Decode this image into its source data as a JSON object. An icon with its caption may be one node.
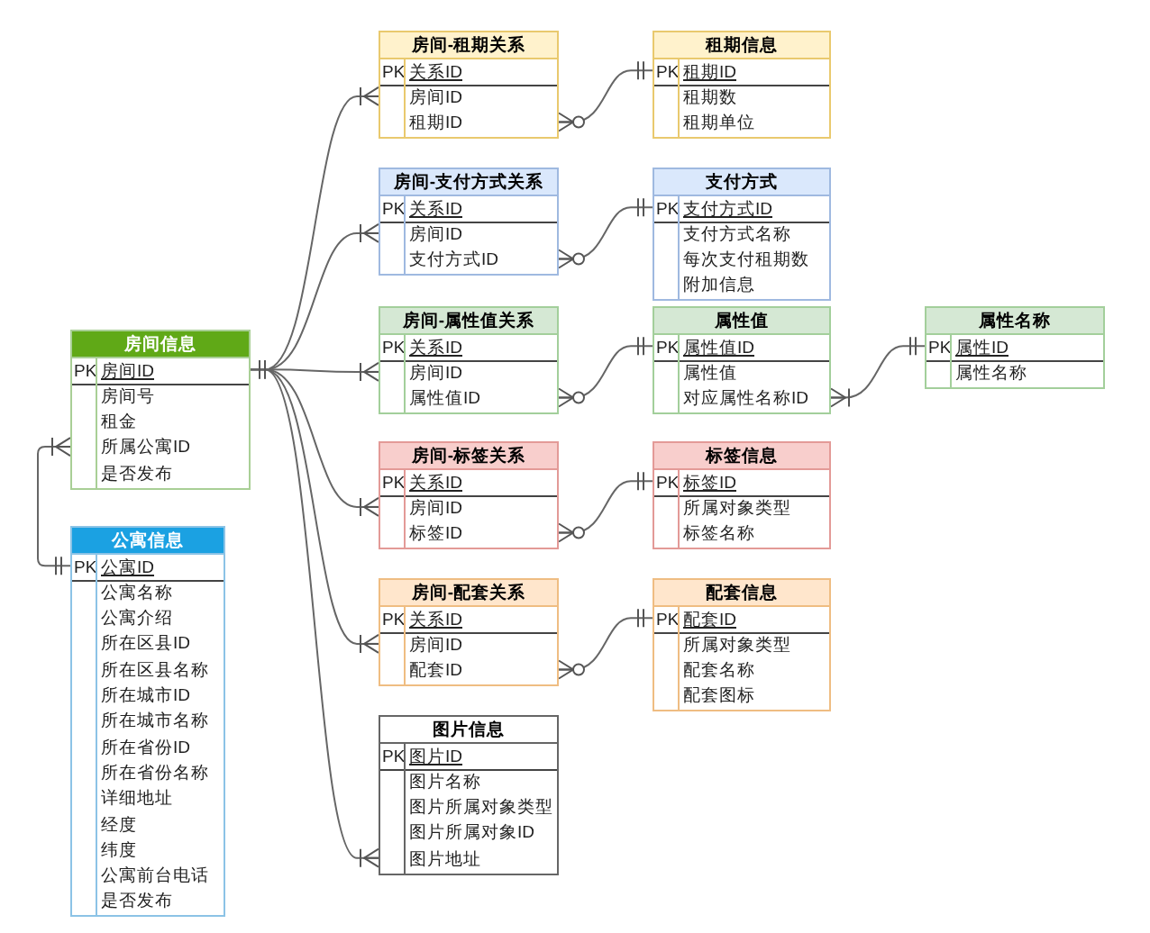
{
  "diagram": {
    "nodes": [
      {
        "text": [
          "房间-租期关系",
          "PK",
          "关系ID",
          "房间ID",
          "租期ID"
        ]
      },
      {
        "text": [
          "租期信息",
          "PK",
          "租期ID",
          "租期数",
          "租期单位"
        ]
      },
      {
        "text": [
          "房间-支付方式关系",
          "PK",
          "关系ID",
          "房间ID",
          "支付方式ID"
        ]
      },
      {
        "text": [
          "支付方式",
          "PK",
          "支付方式ID",
          "支付方式名称",
          "每次支付租期数",
          "附加信息"
        ]
      },
      {
        "text": [
          "房间信息",
          "PK",
          "房间ID",
          "房间号",
          "租金",
          "所属公寓ID",
          "是否发布"
        ]
      },
      {
        "text": [
          "房间-属性值关系",
          "PK",
          "关系ID",
          "房间ID",
          "属性值ID"
        ]
      },
      {
        "text": [
          "属性值",
          "PK",
          "属性值ID",
          "属性值",
          "对应属性名称ID"
        ]
      },
      {
        "text": [
          "属性名称",
          "PK",
          "属性ID",
          "属性名称"
        ]
      },
      {
        "text": [
          "房间-标签关系",
          "PK",
          "关系ID",
          "房间ID",
          "标签ID"
        ]
      },
      {
        "text": [
          "标签信息",
          "PK",
          "标签ID",
          "所属对象类型",
          "标签名称"
        ]
      },
      {
        "text": [
          "公寓信息",
          "PK",
          "公寓ID",
          "公寓名称",
          "公寓介绍",
          "所在区县ID",
          "所在区县名称",
          "所在城市ID",
          "所在城市名称",
          "所在省份ID",
          "所在省份名称",
          "详细地址",
          "经度",
          "纬度",
          "公寓前台电话",
          "是否发布"
        ]
      },
      {
        "text": [
          "房间-配套关系",
          "PK",
          "关系ID",
          "房间ID",
          "配套ID"
        ]
      },
      {
        "text": [
          "配套信息",
          "PK",
          "配套ID",
          "所属对象类型",
          "配套名称",
          "配套图标"
        ]
      },
      {
        "text": [
          "图片信息",
          "PK",
          "图片ID",
          "图片名称",
          "图片所属对象类型",
          "图片所属对象ID",
          "图片地址"
        ]
      }
    ],
    "edges": [
      {
        "from": 4,
        "to": 0,
        "arrow": "other"
      },
      {
        "from": 4,
        "to": 2,
        "arrow": "other"
      },
      {
        "from": 4,
        "to": 5,
        "arrow": "other"
      },
      {
        "from": 4,
        "to": 8,
        "arrow": "other"
      },
      {
        "from": 4,
        "to": 11,
        "arrow": "other"
      },
      {
        "from": 4,
        "to": 13,
        "arrow": "other"
      },
      {
        "from": 10,
        "to": 4,
        "arrow": "other"
      },
      {
        "from": 0,
        "to": 1,
        "arrow": "other"
      },
      {
        "from": 2,
        "to": 3,
        "arrow": "other"
      },
      {
        "from": 5,
        "to": 6,
        "arrow": "other"
      },
      {
        "from": 8,
        "to": 9,
        "arrow": "other"
      },
      {
        "from": 11,
        "to": 12,
        "arrow": "other"
      },
      {
        "from": 6,
        "to": 7,
        "arrow": "other"
      }
    ]
  }
}
